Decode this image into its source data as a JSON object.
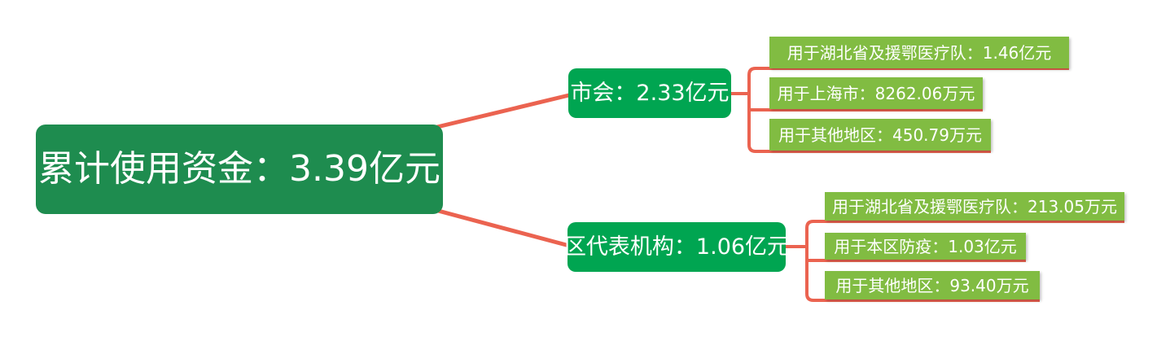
{
  "colors": {
    "root_bg": "#1e8c4f",
    "branch_bg": "#00a551",
    "leaf_bg": "#81bc42",
    "connector": "#eb6350",
    "text": "#ffffff",
    "canvas_bg": "#ffffff"
  },
  "chart_data": {
    "type": "table",
    "title": "累计使用资金：3.39亿元",
    "categories": [
      "市会",
      "区代表机构"
    ],
    "series": [
      {
        "name": "市会",
        "total": "2.33亿元",
        "items": [
          {
            "label": "用于湖北省及援鄂医疗队",
            "value": "1.46亿元"
          },
          {
            "label": "用于上海市",
            "value": "8262.06万元"
          },
          {
            "label": "用于其他地区",
            "value": "450.79万元"
          }
        ]
      },
      {
        "name": "区代表机构",
        "total": "1.06亿元",
        "items": [
          {
            "label": "用于湖北省及援鄂医疗队",
            "value": "213.05万元"
          },
          {
            "label": "用于本区防疫",
            "value": "1.03亿元"
          },
          {
            "label": "用于其他地区",
            "value": "93.40万元"
          }
        ]
      }
    ]
  },
  "tree": {
    "root": {
      "label": "累计使用资金：3.39亿元"
    },
    "branches": [
      {
        "label": "市会：2.33亿元",
        "children": [
          {
            "label": "用于湖北省及援鄂医疗队：1.46亿元"
          },
          {
            "label": "用于上海市：8262.06万元"
          },
          {
            "label": "用于其他地区：450.79万元"
          }
        ]
      },
      {
        "label": "区代表机构：1.06亿元",
        "children": [
          {
            "label": "用于湖北省及援鄂医疗队：213.05万元"
          },
          {
            "label": "用于本区防疫：1.03亿元"
          },
          {
            "label": "用于其他地区：93.40万元"
          }
        ]
      }
    ]
  }
}
